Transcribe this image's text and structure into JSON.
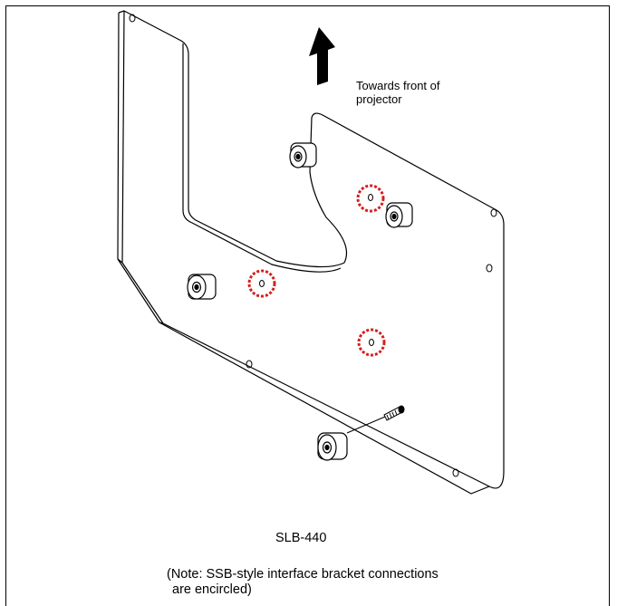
{
  "figure": {
    "direction_label_line1": "Towards front of",
    "direction_label_line2": "projector",
    "model_label": "SLB-440",
    "note_line1": "(Note: SSB-style interface bracket connections",
    "note_line2": "are encircled)"
  },
  "colors": {
    "outline": "#000000",
    "highlight_circle": "#d42020",
    "arrow_fill": "#000000"
  },
  "icons": {
    "direction": "up-arrow-icon"
  }
}
